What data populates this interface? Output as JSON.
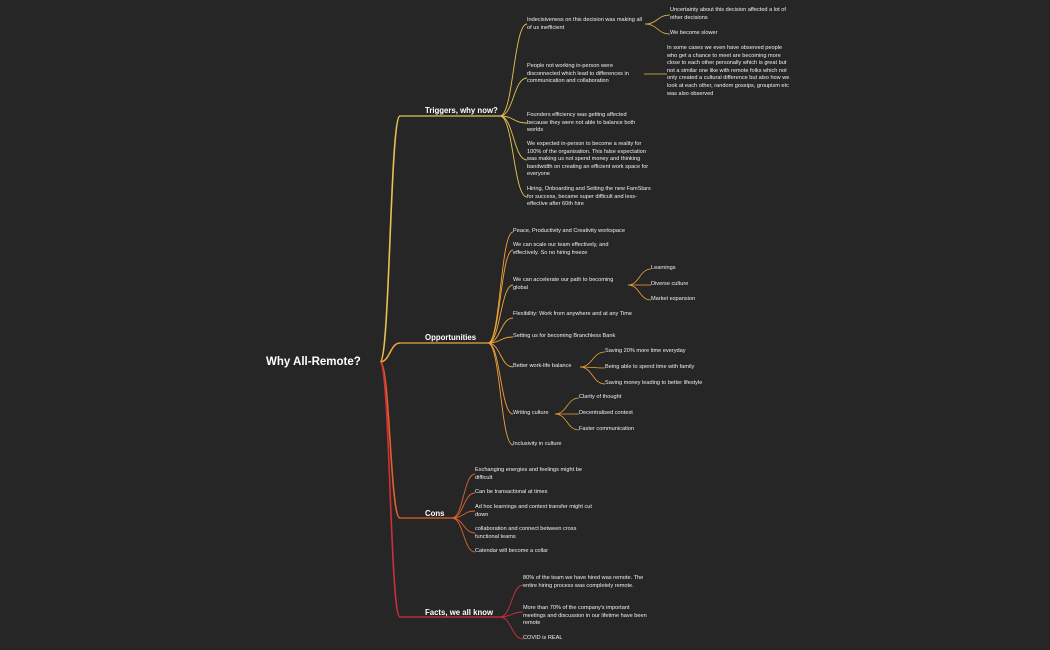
{
  "root": "Why All-Remote?",
  "colors": {
    "background": "#262626",
    "triggers": "#e8c24f",
    "opportunities": "#f0a43a",
    "cons": "#e0632d",
    "facts": "#cf2f3a"
  },
  "branches": {
    "triggers": {
      "title": "Triggers, why now?",
      "items": [
        {
          "text": "Indecisiveness on this decision was making all of us inefficient",
          "children": [
            "Uncertainty about this decision affected a lot of other decisions",
            "We become slower"
          ]
        },
        {
          "text": "People not working in-person were disconnected which lead to differences in communication and collaboration",
          "children": [
            "In some cases we even have observed people who get a chance to meet are becoming more close to each other personally which is great but not a similar one like with remote folks which not only created a cultural difference but also how we look at each other, random gossips, groupism  etc was also observed"
          ]
        },
        {
          "text": "Founders efficiency was getting affected because they were not able to balance both worlds"
        },
        {
          "text": "We expected in-person to become a reality for 100% of the organisation. This false expectation was making us not spend money and thinking bandwidth on creating an efficient work space for everyone"
        },
        {
          "text": "Hiring, Onboarding and Setting the new FamStars for success, became super difficult and less-effective after 60th hire"
        }
      ]
    },
    "opportunities": {
      "title": "Opportunities",
      "items": [
        {
          "text": "Peace, Productivity and Creativity workspace"
        },
        {
          "text": "We can scale our team effectively, and effectively. So no hiring freeze"
        },
        {
          "text": "We can accelerate our path to becoming global",
          "children": [
            "Learnings",
            "Diverse culture",
            "Market expansion"
          ]
        },
        {
          "text": "Flexibility: Work from anywhere and at any Time"
        },
        {
          "text": "Setting us for becoming Branchless Bank"
        },
        {
          "text": "Better work-life balance",
          "children": [
            "Saving 20% more time everyday",
            "Being able to spend time with family",
            "Saving money leading to better lifestyle"
          ]
        },
        {
          "text": "Writing culture",
          "children": [
            "Clarity of thought",
            "Decentralised context",
            "Faster communication"
          ]
        },
        {
          "text": "Inclusivity in culture"
        }
      ]
    },
    "cons": {
      "title": "Cons",
      "items": [
        {
          "text": "Exchanging energies and feelings might be difficult"
        },
        {
          "text": "Can be transactional at times"
        },
        {
          "text": "Ad hoc learnings and context transfer might cut down"
        },
        {
          "text": "collaboration and connect between cross functional teams"
        },
        {
          "text": "Calendar will become a collar"
        }
      ]
    },
    "facts": {
      "title": "Facts, we all know",
      "items": [
        {
          "text": "80% of the team we have hired was remote. The entire hiring process was completely remote."
        },
        {
          "text": "More than 70% of the company's important meetings and discussion in our lifetime have been remote"
        },
        {
          "text": "COVID is REAL"
        }
      ]
    }
  }
}
